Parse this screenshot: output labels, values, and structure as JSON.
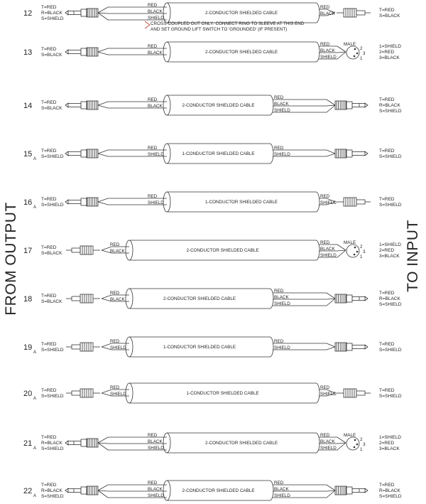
{
  "side_labels": {
    "left": "FROM OUTPUT",
    "right": "TO INPUT"
  },
  "note": [
    "CROSS-COUPLED OUT ONLY: CONNECT RING TO SLEEVE AT THIS END",
    "AND SET GROUND LIFT SWITCH TO 'GROUNDED' (IF PRESENT)"
  ],
  "rows": [
    {
      "id": "12",
      "sub": "",
      "left": [
        "T=RED",
        "R=BLACK",
        "S=SHIELD"
      ],
      "src": "trs",
      "cable": "2-CONDUCTOR SHIELDED CABLE",
      "wl": [
        "RED",
        "BLACK",
        "SHIELD"
      ],
      "wr": [
        "RED",
        "BLACK"
      ],
      "dst": "rca",
      "dst_label": "",
      "right": [
        "T=RED",
        "S=BLACK"
      ]
    },
    {
      "id": "13",
      "sub": "",
      "left": [
        "T=RED",
        "S=BLACK"
      ],
      "src": "ts",
      "cable": "2-CONDUCTOR SHIELDED CABLE",
      "wl": [
        "RED",
        "BLACK"
      ],
      "wr": [
        "RED",
        "BLACK",
        "SHIELD"
      ],
      "dst": "xlr",
      "dst_label": "MALE",
      "xlr_pins": [
        "2",
        "3",
        "1"
      ],
      "right": [
        "1=SHIELD",
        "2=RED",
        "3=BLACK"
      ]
    },
    {
      "id": "14",
      "sub": "",
      "left": [
        "T=RED",
        "S=BLACK"
      ],
      "src": "ts",
      "cable": "2-CONDUCTOR SHIELDED CABLE",
      "wl": [
        "RED",
        "BLACK"
      ],
      "wr": [
        "RED",
        "BLACK",
        "SHIELD"
      ],
      "dst": "trs",
      "dst_label": "",
      "right": [
        "T=RED",
        "R=BLACK",
        "S=SHIELD"
      ]
    },
    {
      "id": "15",
      "sub": "A",
      "left": [
        "T=RED",
        "S=SHIELD"
      ],
      "src": "ts",
      "cable": "1-CONDUCTOR SHIELDED CABLE",
      "wl": [
        "RED",
        "SHIELD"
      ],
      "wr": [
        "RED",
        "SHIELD"
      ],
      "dst": "ts",
      "dst_label": "",
      "right": [
        "T=RED",
        "S=SHIELD"
      ]
    },
    {
      "id": "16",
      "sub": "A",
      "left": [
        "T=RED",
        "S=SHIELD"
      ],
      "src": "ts",
      "cable": "1-CONDUCTOR SHIELDED CABLE",
      "wl": [
        "RED",
        "SHIELD"
      ],
      "wr": [
        "RED",
        "SHIELD"
      ],
      "dst": "rca",
      "dst_label": "",
      "right": [
        "T=RED",
        "S=SHIELD"
      ]
    },
    {
      "id": "17",
      "sub": "",
      "left": [
        "T=RED",
        "S=BLACK"
      ],
      "src": "rca",
      "cable": "2-CONDUCTOR SHIELDED CABLE",
      "wl": [
        "RED",
        "BLACK"
      ],
      "wr": [
        "RED",
        "BLACK",
        "SHIELD"
      ],
      "dst": "xlr",
      "dst_label": "MALE",
      "xlr_pins": [
        "2",
        "3",
        "1"
      ],
      "right": [
        "1=SHIELD",
        "2=RED",
        "3=BLACK"
      ]
    },
    {
      "id": "18",
      "sub": "",
      "left": [
        "T=RED",
        "S=BLACK"
      ],
      "src": "rca",
      "cable": "2-CONDUCTOR SHIELDED CABLE",
      "wl": [
        "RED",
        "BLACK"
      ],
      "wr": [
        "RED",
        "BLACK",
        "SHIELD"
      ],
      "dst": "trs",
      "dst_label": "",
      "right": [
        "T=RED",
        "R=BLACK",
        "S=SHIELD"
      ]
    },
    {
      "id": "19",
      "sub": "A",
      "left": [
        "T=RED",
        "S=SHIELD"
      ],
      "src": "rca",
      "cable": "1-CONDUCTOR SHIELDED CABLE",
      "wl": [
        "RED",
        "SHIELD"
      ],
      "wr": [
        "RED",
        "SHIELD"
      ],
      "dst": "ts",
      "dst_label": "",
      "right": [
        "T=RED",
        "S=SHIELD"
      ]
    },
    {
      "id": "20",
      "sub": "A",
      "left": [
        "T=RED",
        "S=SHIELD"
      ],
      "src": "rca",
      "cable": "1-CONDUCTOR SHIELDED CABLE",
      "wl": [
        "RED",
        "SHIELD"
      ],
      "wr": [
        "RED",
        "SHIELD"
      ],
      "dst": "rca",
      "dst_label": "",
      "right": [
        "T=RED",
        "S=SHIELD"
      ]
    },
    {
      "id": "21",
      "sub": "A",
      "left": [
        "T=RED",
        "R=BLACK",
        "S=SHIELD"
      ],
      "src": "trs",
      "cable": "2-CONDUCTOR SHIELDED CABLE",
      "wl": [
        "RED",
        "BLACK",
        "SHIELD"
      ],
      "wr": [
        "RED",
        "BLACK",
        "SHIELD"
      ],
      "dst": "xlr",
      "dst_label": "MALE",
      "xlr_pins": [
        "2",
        "3",
        "1"
      ],
      "right": [
        "1=SHIELD",
        "2=RED",
        "3=BLACK"
      ]
    },
    {
      "id": "22",
      "sub": "A",
      "left": [
        "T=RED",
        "R=BLACK",
        "S=SHIELD"
      ],
      "src": "trs",
      "cable": "2-CONDUCTOR SHIELDED CABLE",
      "wl": [
        "RED",
        "BLACK",
        "SHIELD"
      ],
      "wr": [
        "RED",
        "BLACK",
        "SHIELD"
      ],
      "dst": "trs",
      "dst_label": "",
      "right": [
        "T=RED",
        "R=BLACK",
        "S=SHIELD"
      ]
    }
  ]
}
